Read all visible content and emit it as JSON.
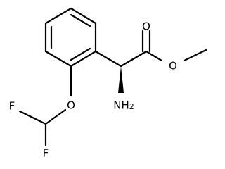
{
  "atoms": {
    "o_carbonyl": "O",
    "o_ester": "O",
    "o_ether": "O",
    "f_left": "F",
    "f_bottom": "F",
    "nh2": "NH",
    "nh2_sub": "2"
  }
}
